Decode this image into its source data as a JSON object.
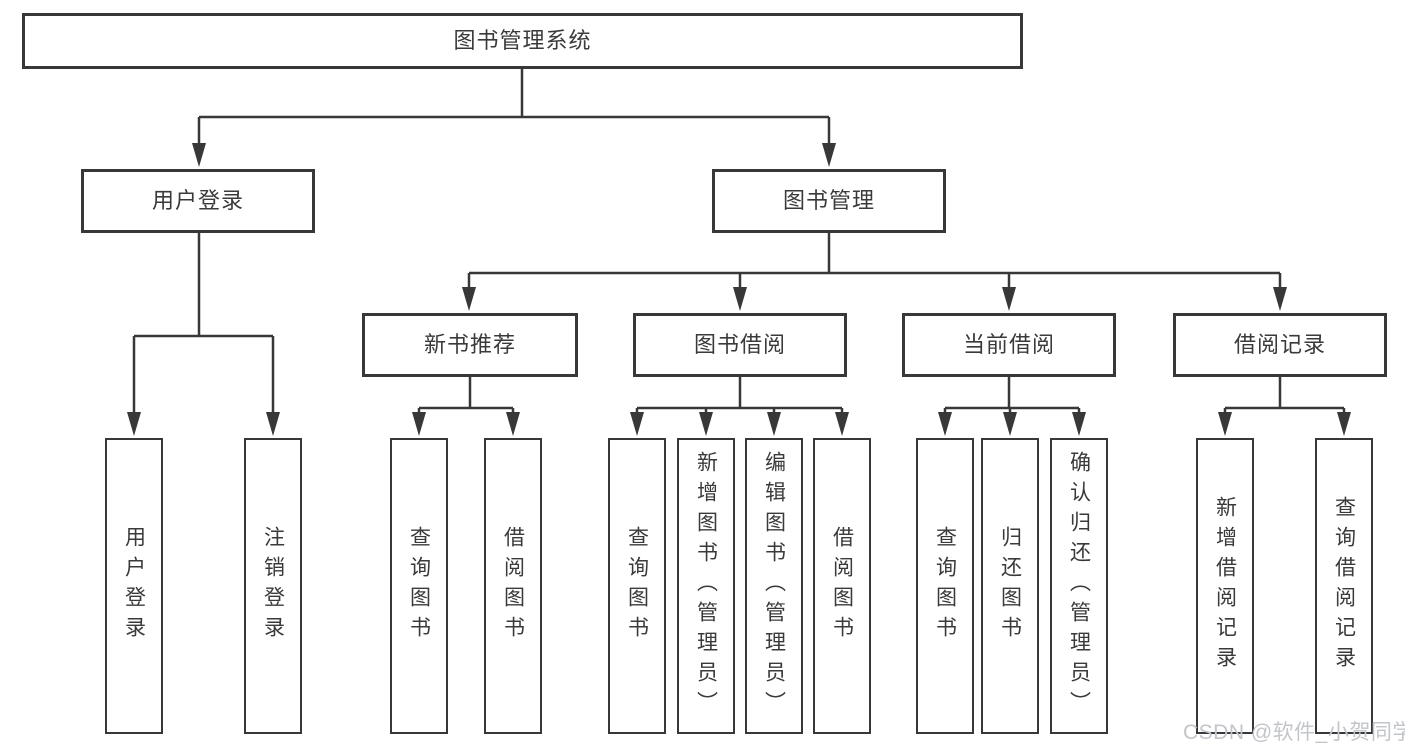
{
  "tree": {
    "label": "图书管理系统",
    "children": [
      {
        "label": "用户登录",
        "children": [
          {
            "label": "用户登录"
          },
          {
            "label": "注销登录"
          }
        ]
      },
      {
        "label": "图书管理",
        "children": [
          {
            "label": "新书推荐",
            "children": [
              {
                "label": "查询图书"
              },
              {
                "label": "借阅图书"
              }
            ]
          },
          {
            "label": "图书借阅",
            "children": [
              {
                "label": "查询图书"
              },
              {
                "label": "新增图书（管理员）"
              },
              {
                "label": "编辑图书（管理员）"
              },
              {
                "label": "借阅图书"
              }
            ]
          },
          {
            "label": "当前借阅",
            "children": [
              {
                "label": "查询图书"
              },
              {
                "label": "归还图书"
              },
              {
                "label": "确认归还（管理员）"
              }
            ]
          },
          {
            "label": "借阅记录",
            "children": [
              {
                "label": "新增借阅记录"
              },
              {
                "label": "查询借阅记录"
              }
            ]
          }
        ]
      }
    ]
  },
  "watermark": {
    "text": "CSDN @软件_小贺同学"
  },
  "colors": {
    "line": "#383838",
    "text": "#3a3a3a",
    "watermark": "#c2c5c9",
    "background": "#ffffff"
  }
}
